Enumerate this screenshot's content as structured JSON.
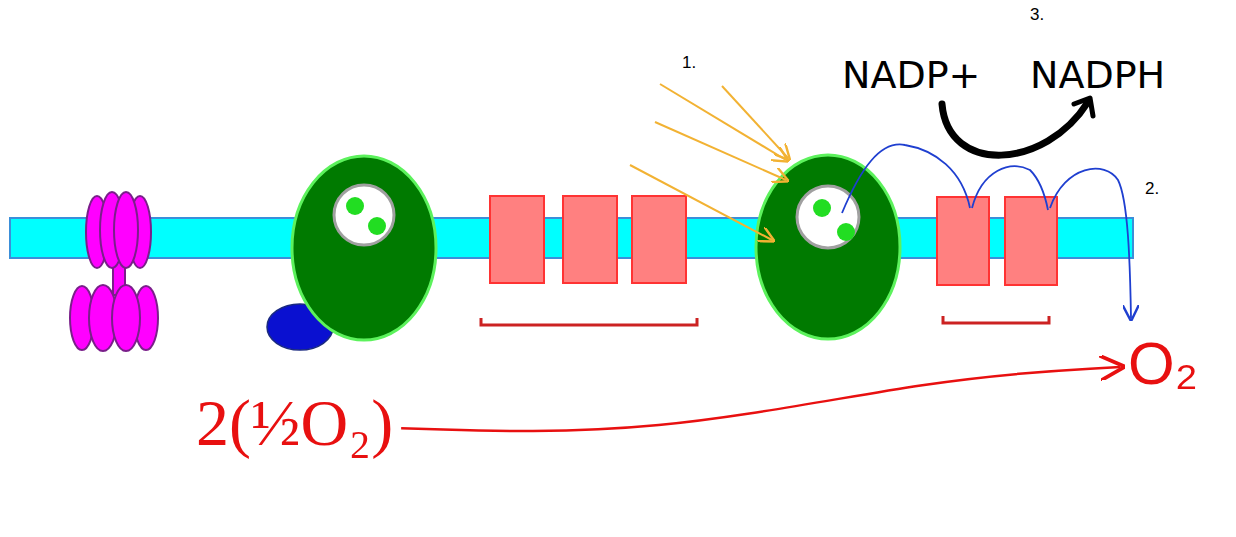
{
  "diagram": {
    "labels": [
      "1.",
      "3.",
      "NADP+",
      "NADPH",
      "2.",
      "2(½O₂)",
      "O₂"
    ]
  }
}
